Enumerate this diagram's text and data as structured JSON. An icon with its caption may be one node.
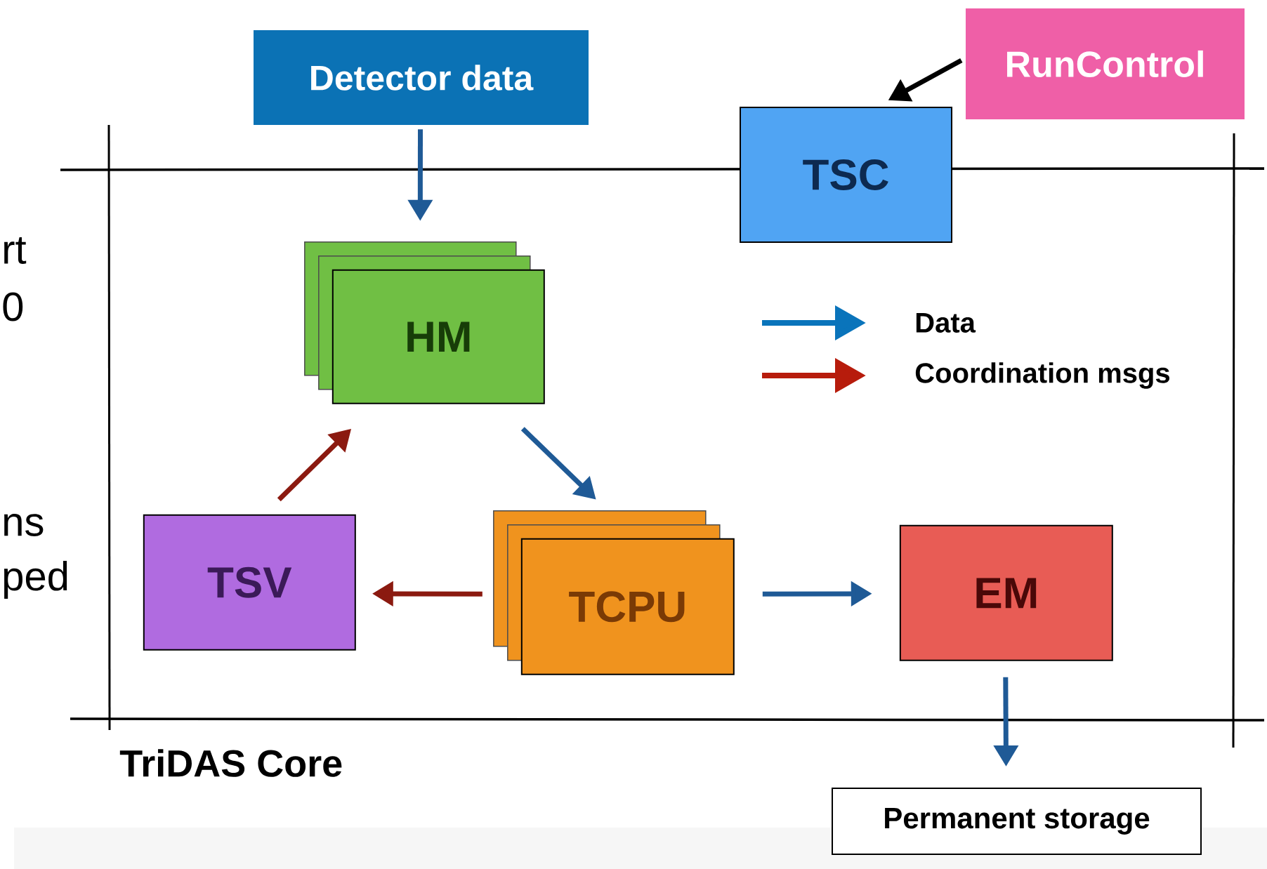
{
  "diagram": {
    "nodes": [
      {
        "text": [
          "Detector data"
        ]
      },
      {
        "text": [
          "RunControl"
        ]
      },
      {
        "text": [
          "TriDAS Core"
        ]
      },
      {
        "text": [
          "TSC"
        ]
      },
      {
        "text": [
          "HM"
        ],
        "in": 2
      },
      {
        "text": [
          "TSV"
        ],
        "in": 2
      },
      {
        "text": [
          "TCPU"
        ],
        "in": 2
      },
      {
        "text": [
          "EM"
        ],
        "in": 2
      },
      {
        "text": [
          "Permanent storage"
        ]
      }
    ],
    "edges": [
      {
        "from": 0,
        "to": 4,
        "arrow": "to"
      },
      {
        "from": 1,
        "to": 3,
        "arrow": "to",
        "color": "#000000"
      },
      {
        "from": 4,
        "to": 6,
        "arrow": "to"
      },
      {
        "from": 6,
        "to": 5,
        "arrow": "to",
        "color": "#8b1a10"
      },
      {
        "from": 5,
        "to": 4,
        "arrow": "to",
        "color": "#8b1a10"
      },
      {
        "from": 6,
        "to": 7,
        "arrow": "to"
      },
      {
        "from": 7,
        "to": 8,
        "arrow": "to"
      }
    ],
    "labels": [
      "rt",
      "0",
      "ns",
      "ped"
    ],
    "legend": [
      {
        "text": "Data",
        "color": "#0a74bb"
      },
      {
        "text": "Coordination msgs",
        "color": "#b71c0c"
      }
    ]
  }
}
